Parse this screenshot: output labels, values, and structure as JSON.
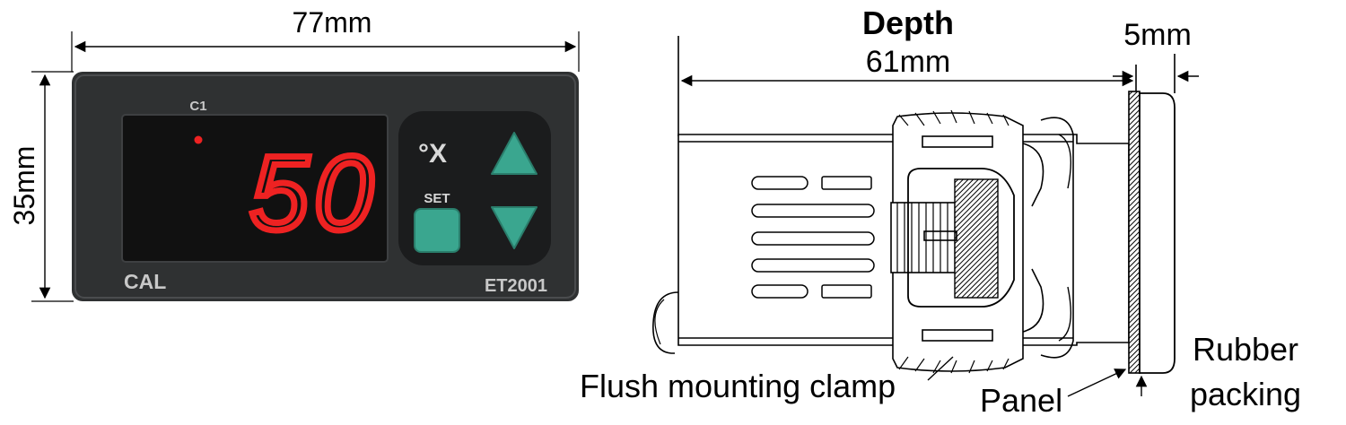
{
  "front_view": {
    "width_label": "77mm",
    "height_label": "35mm",
    "indicator_label": "C1",
    "display_value": "50",
    "unit_symbol": "°X",
    "set_label": "SET",
    "brand": "CAL",
    "model": "ET2001"
  },
  "side_view": {
    "depth_title": "Depth",
    "depth_value": "61mm",
    "packing_thickness": "5mm",
    "callouts": {
      "clamp": "Flush mounting clamp",
      "panel": "Panel",
      "packing_line1": "Rubber",
      "packing_line2": "packing"
    }
  },
  "colors": {
    "housing": "#2f3132",
    "display_bg": "#111111",
    "segment_red": "#ee2222",
    "button_teal": "#3aa68f",
    "keypad_bg": "#1b1c1d",
    "label_grey": "#c8c8c8"
  }
}
